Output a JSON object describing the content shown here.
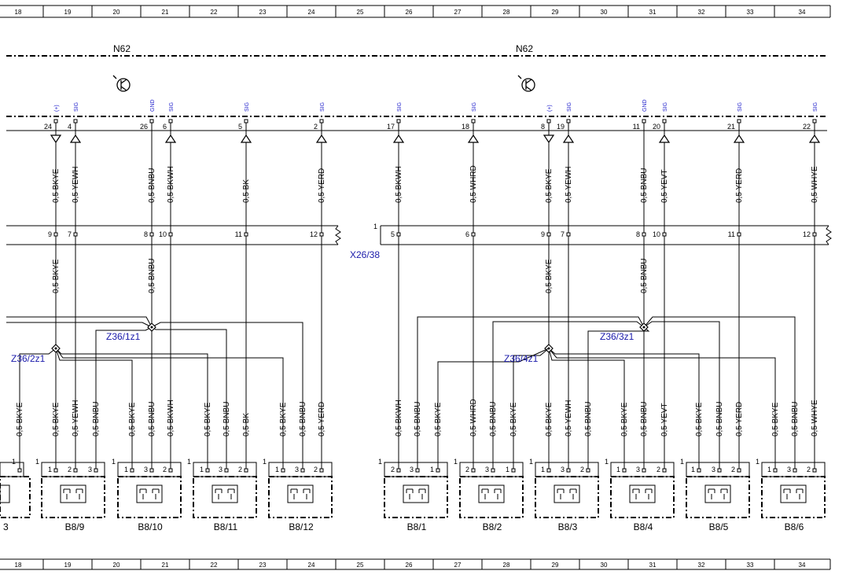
{
  "ruler": [
    "18",
    "19",
    "20",
    "21",
    "22",
    "23",
    "24",
    "25",
    "26",
    "27",
    "28",
    "29",
    "30",
    "31",
    "32",
    "33",
    "34"
  ],
  "module_name": "N62",
  "connector_x26": "X26/38",
  "connector_x26_pin1": "1",
  "junctions": {
    "z36_1z1": "Z36/1z1",
    "z36_2z1": "Z36/2z1",
    "z36_3z1": "Z36/3z1",
    "z36_4z1": "Z36/4z1"
  },
  "sensors": [
    {
      "label": "B8/9"
    },
    {
      "label": "B8/10"
    },
    {
      "label": "B8/11"
    },
    {
      "label": "B8/12"
    },
    {
      "label": "B8/1"
    },
    {
      "label": "B8/2"
    },
    {
      "label": "B8/3"
    },
    {
      "label": "B8/4"
    },
    {
      "label": "B8/5"
    },
    {
      "label": "B8/6"
    }
  ],
  "partial_sensor_label": "3",
  "module_pins": [
    {
      "pin": "24",
      "sig": "(+)",
      "dir": "out"
    },
    {
      "pin": "4",
      "sig": "SIG",
      "dir": "in"
    },
    {
      "pin": "26",
      "sig": "GND",
      "dir": "none"
    },
    {
      "pin": "6",
      "sig": "SIG",
      "dir": "in"
    },
    {
      "pin": "5",
      "sig": "SIG",
      "dir": "in"
    },
    {
      "pin": "2",
      "sig": "SIG",
      "dir": "in"
    },
    {
      "pin": "17",
      "sig": "SIG",
      "dir": "in"
    },
    {
      "pin": "18",
      "sig": "SIG",
      "dir": "in"
    },
    {
      "pin": "8",
      "sig": "(+)",
      "dir": "out"
    },
    {
      "pin": "19",
      "sig": "SIG",
      "dir": "in"
    },
    {
      "pin": "11",
      "sig": "GND",
      "dir": "none"
    },
    {
      "pin": "20",
      "sig": "SIG",
      "dir": "in"
    },
    {
      "pin": "21",
      "sig": "SIG",
      "dir": "in"
    },
    {
      "pin": "22",
      "sig": "SIG",
      "dir": "in"
    }
  ],
  "upper_wires": [
    "0,5 BKYE",
    "0,5 YEWH",
    "0,5 BNBU",
    "0,5 BKWH",
    "0,5 BK",
    "0,5 YERD",
    "0,5 BKWH",
    "0,5 WHRD",
    "0,5 BKYE",
    "0,5 YEWH",
    "0,5 BNBU",
    "0,5 YEVT",
    "0,5 YERD",
    "0,5 WHYE"
  ],
  "connector_pins": [
    "9",
    "7",
    "8",
    "10",
    "11",
    "12",
    "5",
    "6",
    "9",
    "7",
    "8",
    "10",
    "11",
    "12"
  ],
  "mid_wires": [
    "0,5 BKYE",
    "0,5 BNBU",
    "0,5 BKYE",
    "0,5 BNBU"
  ],
  "lower_wires": [
    "0,5 BKYE",
    "0,5 BKYE",
    "0,5 YEWH",
    "0,5 BNBU",
    "0,5 BKYE",
    "0,5 BNBU",
    "0,5 BKWH",
    "0,5 BKYE",
    "0,5 BNBU",
    "0,5 BK",
    "0,5 BKYE",
    "0,5 BNBU",
    "0,5 YERD",
    "0,5 BKWH",
    "0,5 BNBU",
    "0,5 BKYE",
    "0,5 WHRD",
    "0,5 BNBU",
    "0,5 BKYE",
    "0,5 BKYE",
    "0,5 YEWH",
    "0,5 BNBU",
    "0,5 BKYE",
    "0,5 BNBU",
    "0,5 YEVT",
    "0,5 BKYE",
    "0,5 BNBU",
    "0,5 YERD",
    "0,5 BKYE",
    "0,5 BNBU",
    "0,5 WHYE"
  ],
  "sensor_pins": [
    "1",
    "2",
    "3",
    "1",
    "3",
    "2",
    "1",
    "3",
    "2",
    "1",
    "3",
    "2",
    "2",
    "3",
    "1",
    "2",
    "3",
    "1",
    "1",
    "3",
    "2",
    "1",
    "3",
    "2",
    "1",
    "3",
    "2",
    "1",
    "3",
    "2"
  ],
  "sensor_pin1_marks": [
    "1",
    "1",
    "1",
    "1",
    "1",
    "1",
    "1",
    "1",
    "1",
    "1",
    "1",
    "1"
  ]
}
